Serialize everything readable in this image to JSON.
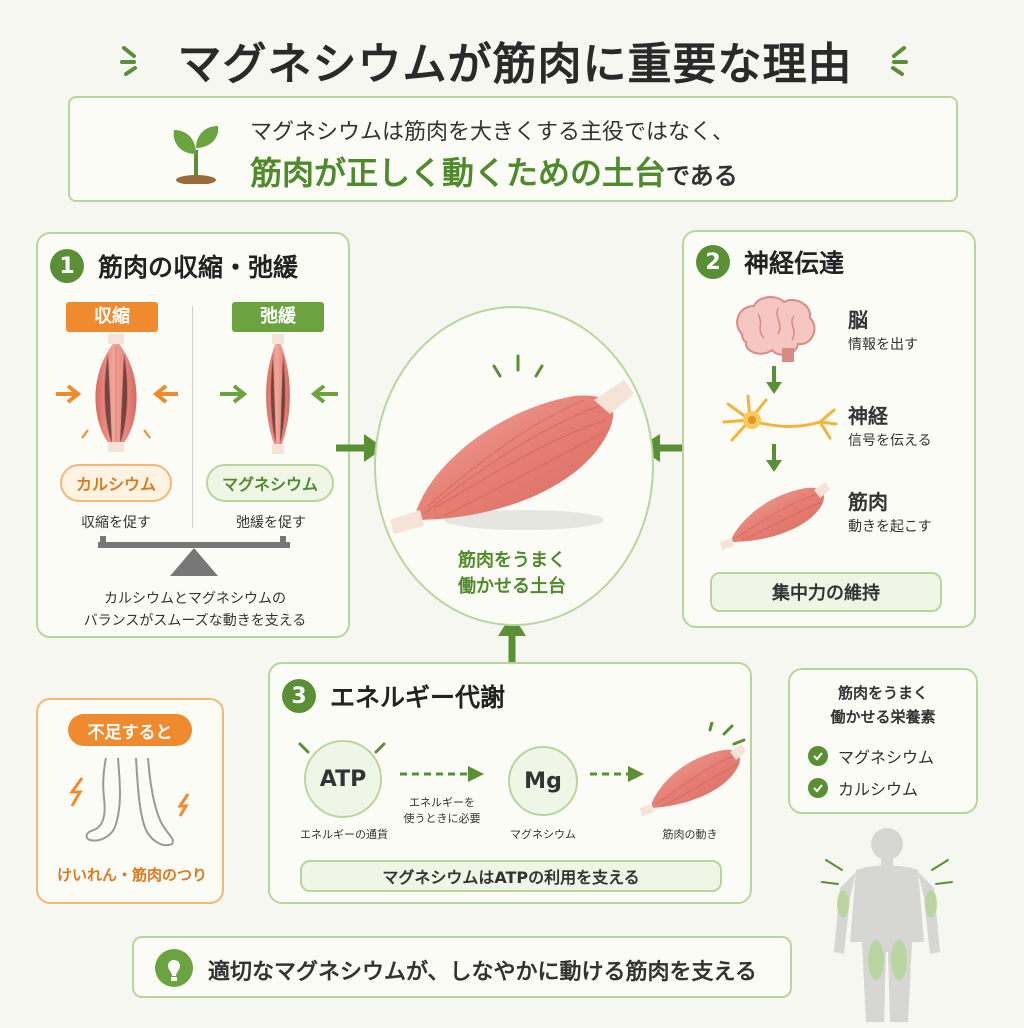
{
  "title": "マグネシウムが筋肉に重要な理由",
  "intro": {
    "line1": "マグネシウムは筋肉を大きくする主役ではなく、",
    "line2_main": "筋肉が正しく動くための土台",
    "line2_tail": "である"
  },
  "section1": {
    "number": "1",
    "title": "筋肉の収縮・弛緩",
    "contract_label": "収縮",
    "relax_label": "弛緩",
    "calcium": "カルシウム",
    "magnesium": "マグネシウム",
    "calcium_desc": "収縮を促す",
    "magnesium_desc": "弛緩を促す",
    "balance_line1": "カルシウムとマグネシウムの",
    "balance_line2": "バランスがスムーズな動きを支える"
  },
  "center": {
    "line1": "筋肉をうまく",
    "line2": "働かせる土台"
  },
  "section2": {
    "number": "2",
    "title": "神経伝達",
    "brain": "脳",
    "brain_desc": "情報を出す",
    "nerve": "神経",
    "nerve_desc": "信号を伝える",
    "muscle": "筋肉",
    "muscle_desc": "動きを起こす",
    "focus": "集中力の維持"
  },
  "section3": {
    "number": "3",
    "title": "エネルギー代謝",
    "atp": "ATP",
    "atp_desc": "エネルギーの通貨",
    "arrow_line1": "エネルギーを",
    "arrow_line2": "使うときに必要",
    "mg": "Mg",
    "mg_desc": "マグネシウム",
    "muscle_desc": "筋肉の動き",
    "summary": "マグネシウムはATPの利用を支える"
  },
  "deficiency": {
    "label": "不足すると",
    "result": "けいれん・筋肉のつり"
  },
  "nutrients": {
    "title_line1": "筋肉をうまく",
    "title_line2": "働かせる栄養素",
    "items": [
      "マグネシウム",
      "カルシウム"
    ]
  },
  "footer": {
    "text": "適切なマグネシウムが、しなやかに動ける筋肉を支える"
  },
  "colors": {
    "green": "#5a8f35",
    "light_green": "#b9d59d",
    "orange": "#ef8a2e",
    "muscle": "#e88a80"
  }
}
